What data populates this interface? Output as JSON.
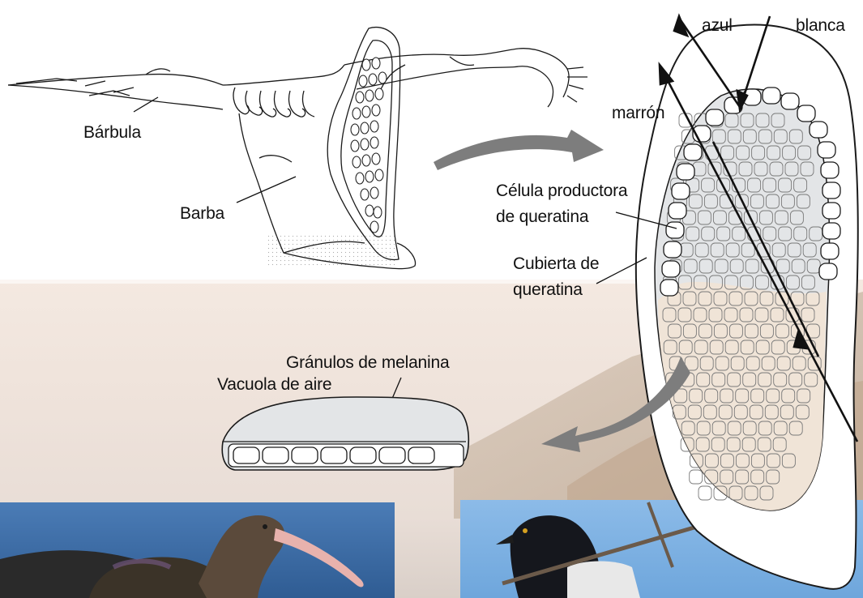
{
  "labels": {
    "barbula": "Bárbula",
    "barba": "Barba",
    "celula_line1": "Célula productora",
    "celula_line2": "de queratina",
    "cubierta_line1": "Cubierta de",
    "cubierta_line2": "queratina",
    "granulos": "Gránulos de melanina",
    "vacuola": "Vacuola de aire",
    "azul": "azul",
    "blanca": "blanca",
    "marron": "marrón"
  },
  "colors": {
    "background_top": "#ffffff",
    "background_sky": "#ece4dc",
    "curved_arrow": "#7d7d7d",
    "cell_fill": "#e3e5e7",
    "cell_fill_lower": "#f2e6da",
    "ink": "#111111",
    "ibis_water": "#3f6fa8",
    "bird_sky": "#7fb2e2"
  },
  "icons": {
    "curved_arrow_1": "curved-arrow-icon",
    "curved_arrow_2": "curved-arrow-icon"
  }
}
